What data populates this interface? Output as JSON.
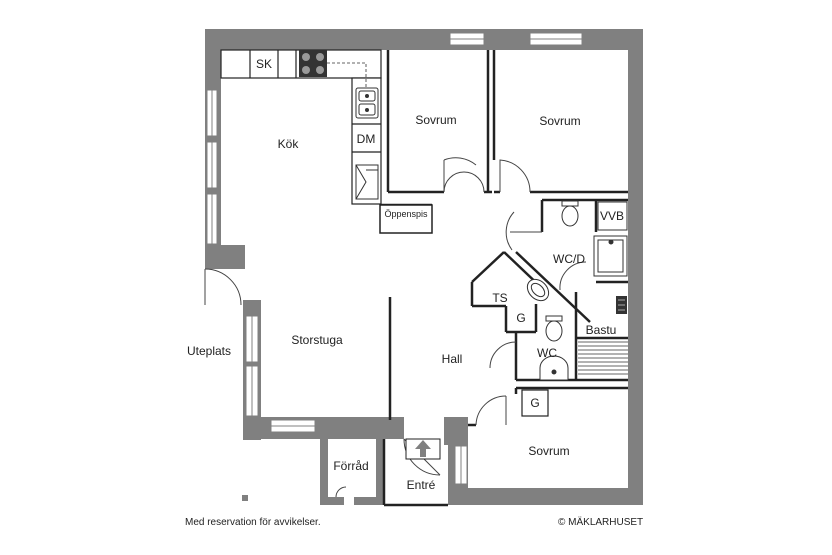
{
  "rooms": {
    "kok": "Kök",
    "sovrum1": "Sovrum",
    "sovrum2": "Sovrum",
    "sovrum3": "Sovrum",
    "storstuga": "Storstuga",
    "hall": "Hall",
    "wcd": "WC/D",
    "wc": "WC",
    "bastu": "Bastu",
    "forrad": "Förråd",
    "entre": "Entré",
    "uteplats": "Uteplats"
  },
  "fixtures": {
    "sk": "SK",
    "dm": "DM",
    "oppenspis": "Öppenspis",
    "vvb": "VVB",
    "ts": "TS",
    "g1": "G",
    "g2": "G"
  },
  "footer": {
    "disclaimer": "Med reservation för avvikelser.",
    "copyright": "© MÄKLARHUSET"
  },
  "colors": {
    "wall": "#808080",
    "line": "#222222"
  }
}
